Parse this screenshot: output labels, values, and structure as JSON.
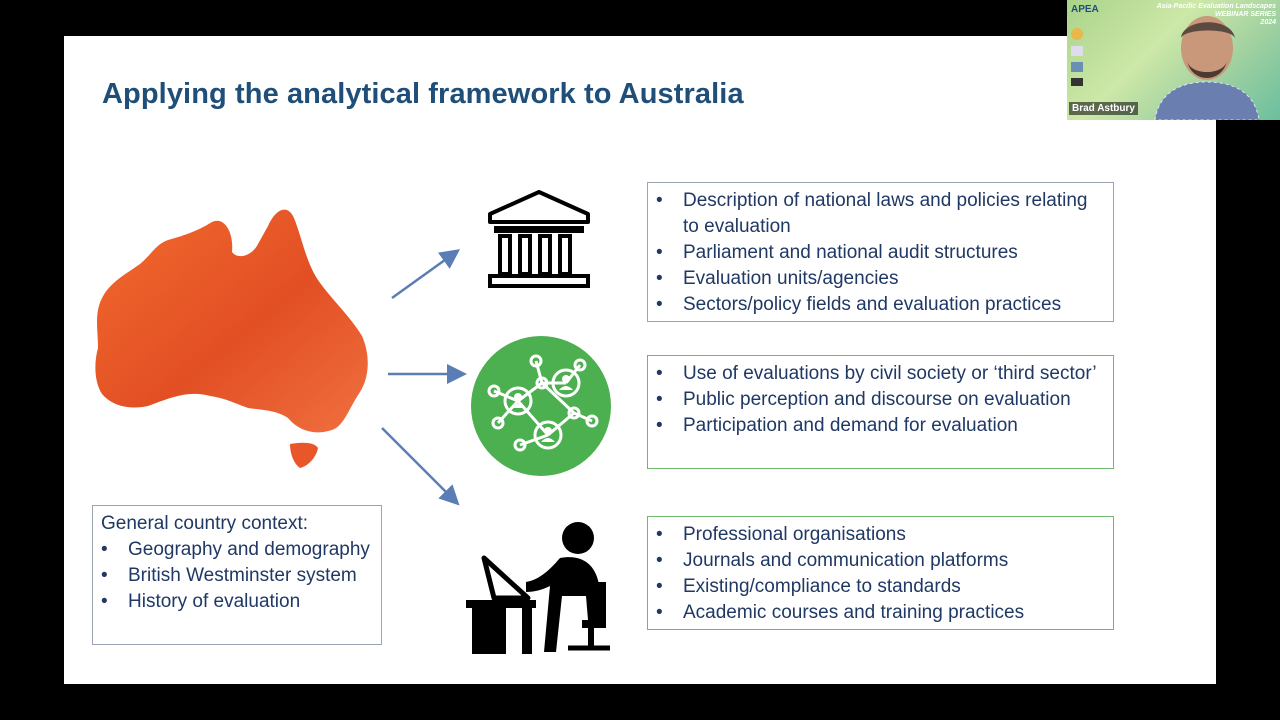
{
  "slide": {
    "title": "Applying the analytical framework to Australia",
    "government_box": [
      "Description of national laws and policies relating to evaluation",
      "Parliament and national audit structures",
      "Evaluation units/agencies",
      "Sectors/policy fields and evaluation practices"
    ],
    "civil_box": [
      "Use of evaluations by civil society or ‘third sector’",
      "Public perception and discourse on evaluation",
      "Participation and demand for evaluation"
    ],
    "professional_box": [
      "Professional organisations",
      "Journals and communication platforms",
      "Existing/compliance to standards",
      "Academic courses and training practices"
    ],
    "context_box": {
      "heading": "General country context:",
      "items": [
        "Geography and demography",
        "British Westminster system",
        "History of evaluation"
      ]
    }
  },
  "webcam": {
    "presenter_name": "Brad Astbury",
    "logo_text": "APEA",
    "series_line1": "Asia-Pacific Evaluation Landscapes",
    "series_line2": "WEBINAR SERIES",
    "series_year": "2024"
  },
  "colors": {
    "title": "#1f4e79",
    "text": "#1f3864",
    "australia": "#e8562a",
    "network_circle": "#4caf50",
    "arrow": "#5b7db5"
  }
}
